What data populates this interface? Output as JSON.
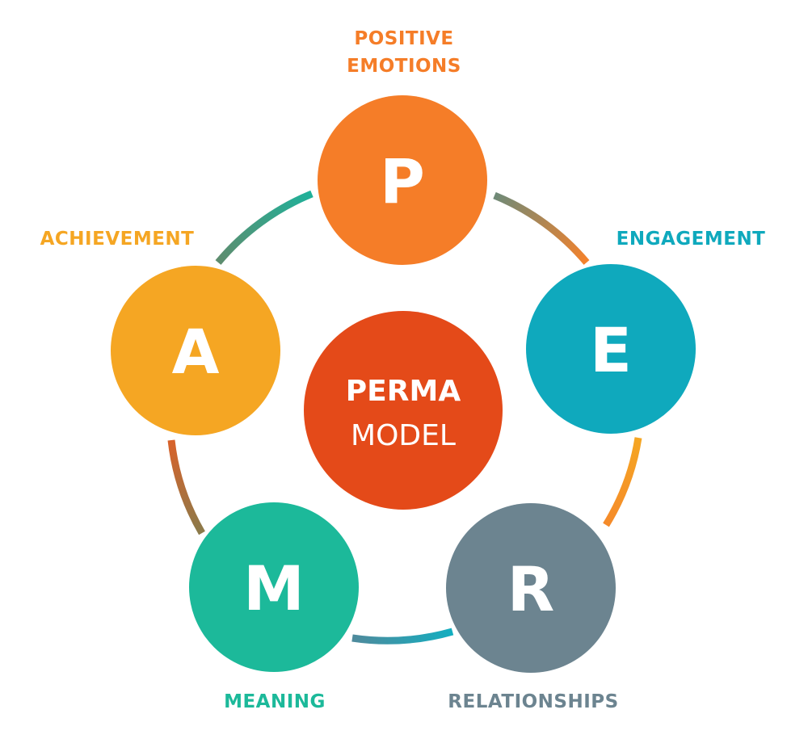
{
  "colors": {
    "positive": "#F57D28",
    "engagement": "#0FA9BD",
    "relationships": "#6C8490",
    "meaning": "#1CB99A",
    "achievement": "#F5A623",
    "center": "#E44A19",
    "text_on_circle": "#FFFFFF"
  },
  "center": {
    "title": "PERMA",
    "subtitle": "MODEL"
  },
  "nodes": [
    {
      "id": "positive",
      "letter": "P",
      "label_lines": [
        "POSITIVE",
        "EMOTIONS"
      ],
      "color": "#F57D28"
    },
    {
      "id": "engagement",
      "letter": "E",
      "label": "ENGAGEMENT",
      "color": "#0FA9BD"
    },
    {
      "id": "relationships",
      "letter": "R",
      "label": "RELATIONSHIPS",
      "color": "#6C8490"
    },
    {
      "id": "meaning",
      "letter": "M",
      "label": "MEANING",
      "color": "#1CB99A"
    },
    {
      "id": "achievement",
      "letter": "A",
      "label": "ACHIEVEMENT",
      "color": "#F5A623"
    }
  ]
}
